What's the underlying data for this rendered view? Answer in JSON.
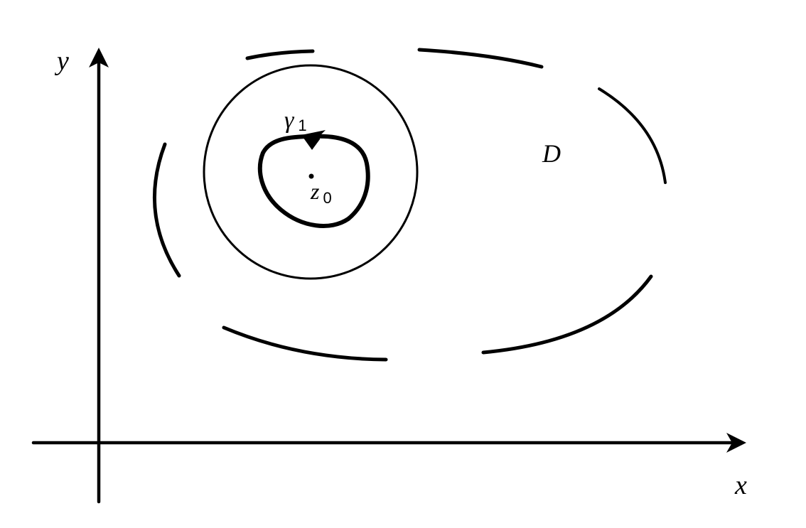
{
  "labels": {
    "y_axis": "y",
    "x_axis": "x",
    "region": "D",
    "curve_symbol": "γ",
    "curve_subscript": "1",
    "point_symbol": "z",
    "point_subscript": "0"
  },
  "colors": {
    "ink": "#000000",
    "background": "#ffffff"
  }
}
